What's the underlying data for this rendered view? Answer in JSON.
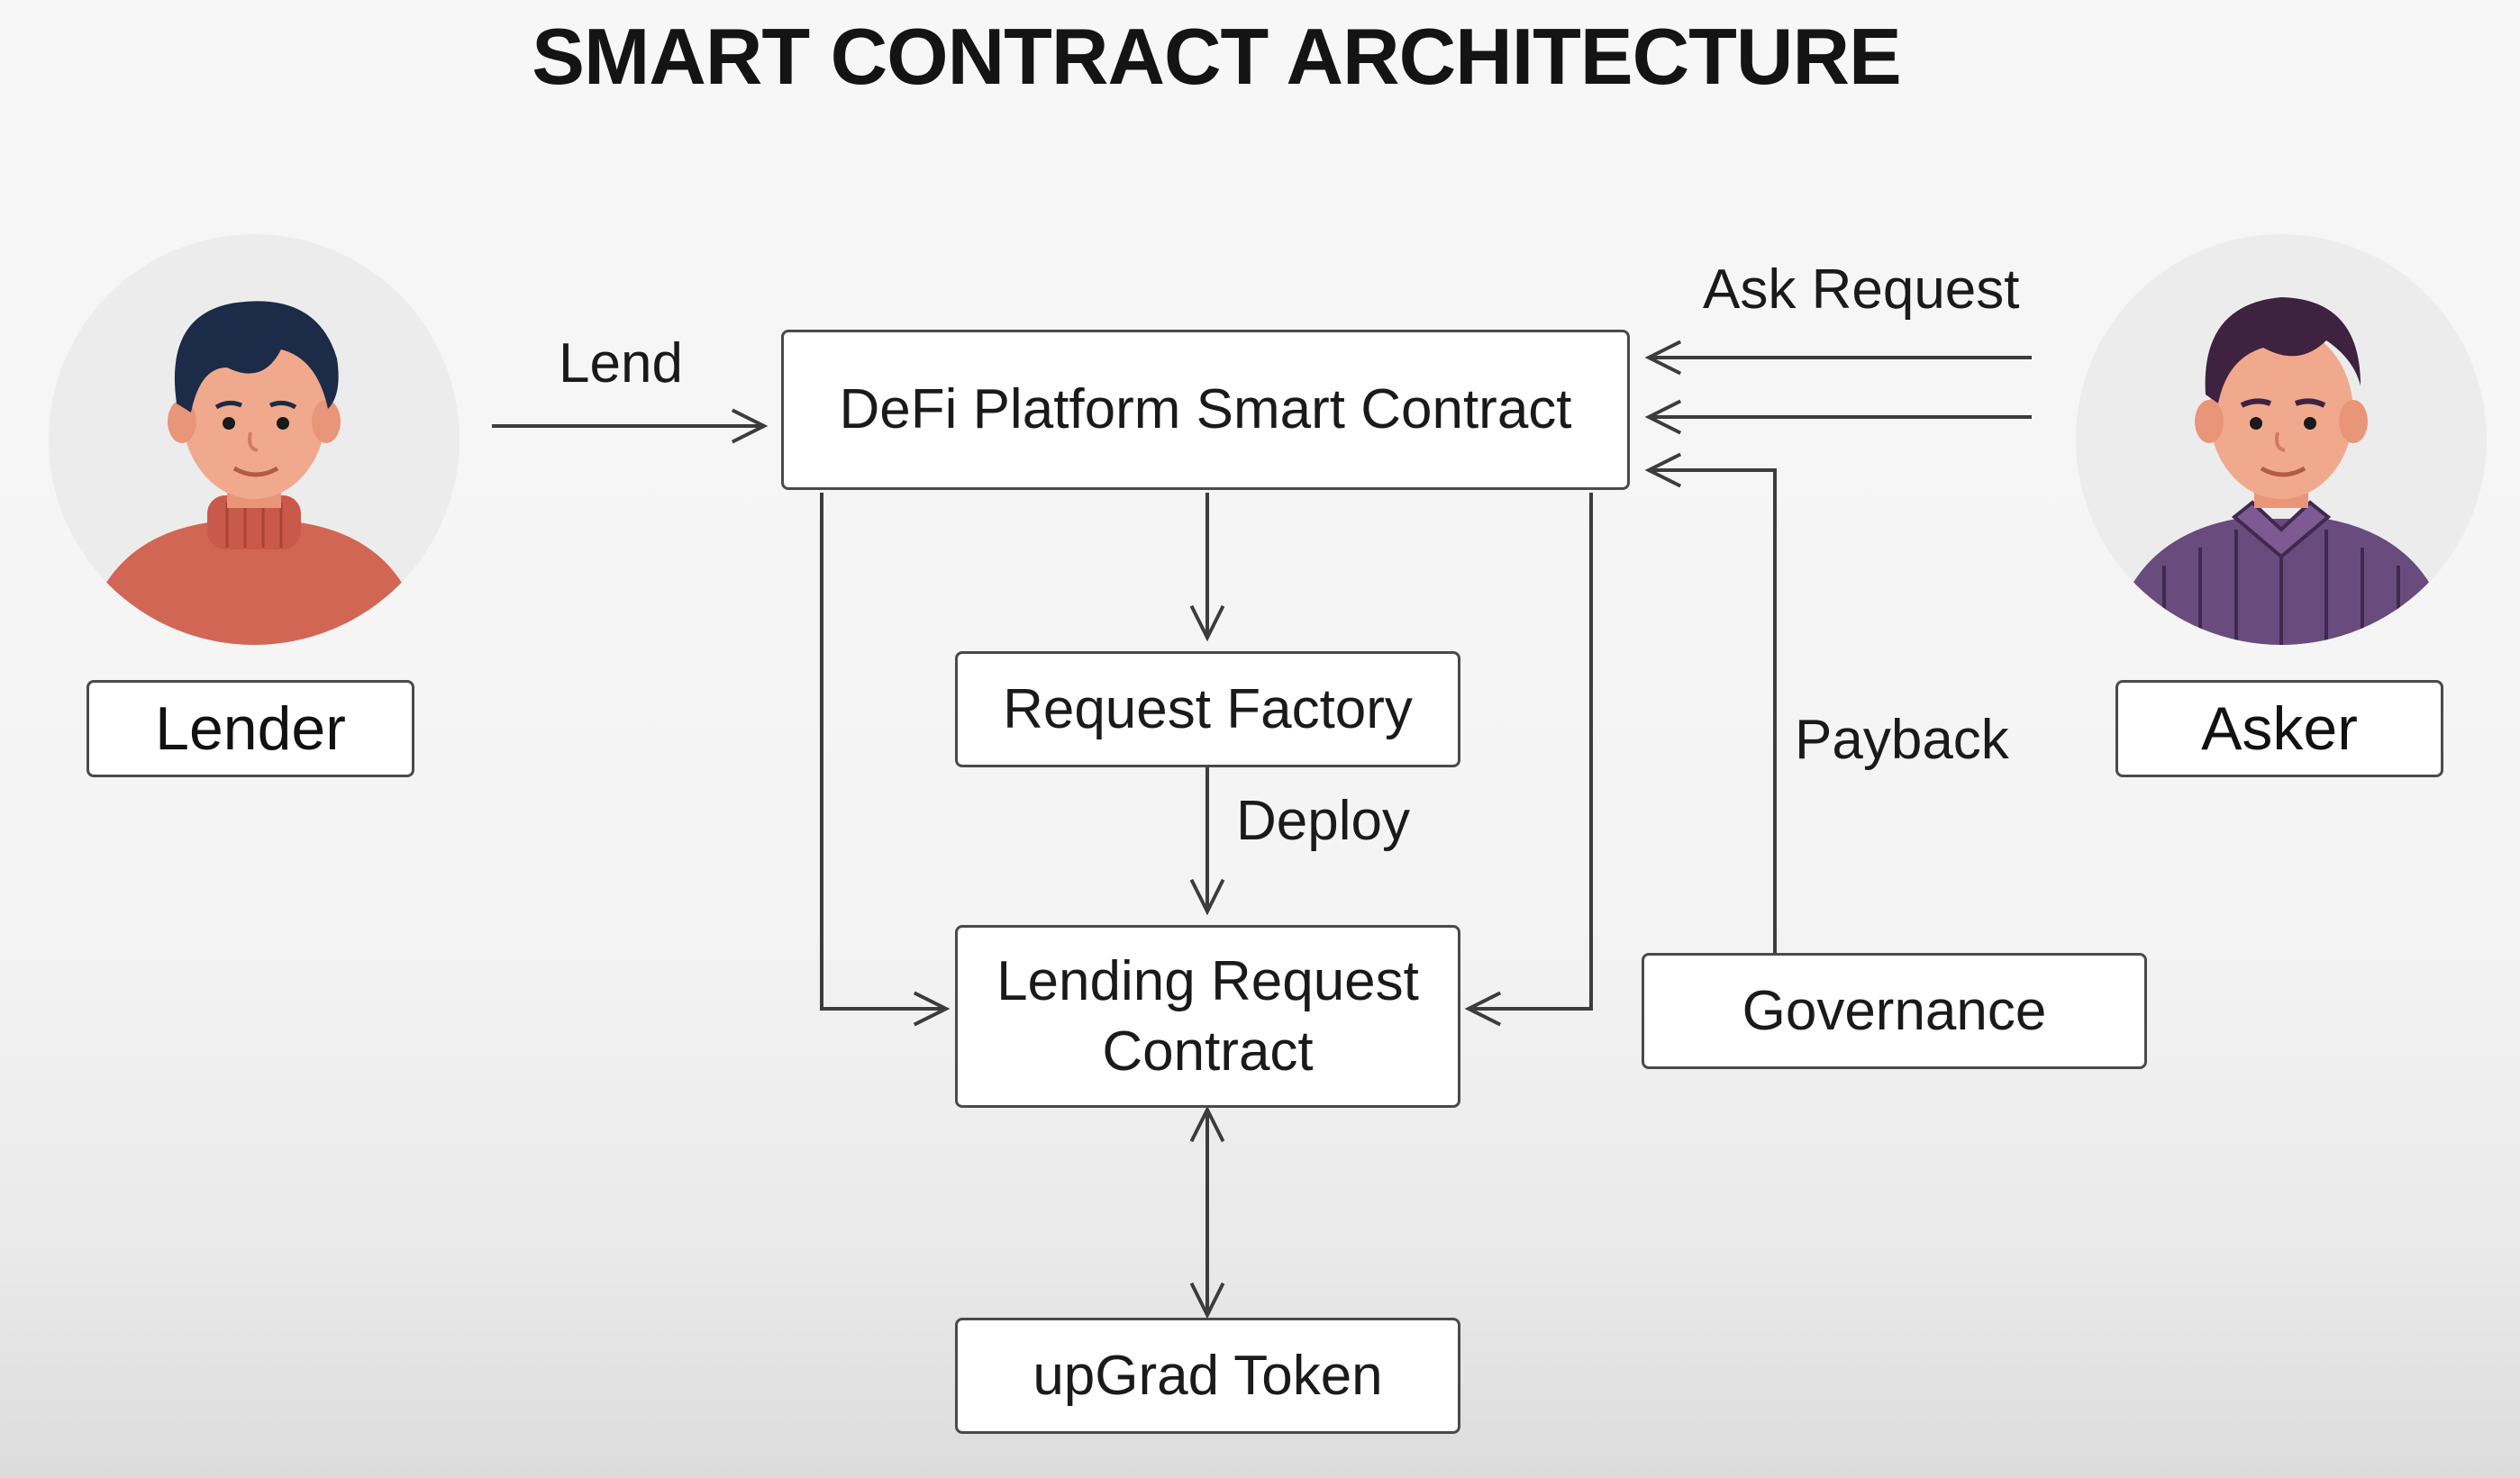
{
  "title": "SMART CONTRACT ARCHITECTURE",
  "actors": {
    "lender": {
      "label": "Lender",
      "sweater_color": "#d26655",
      "hair_color": "#1c2b47"
    },
    "asker": {
      "label": "Asker",
      "shirt_color": "#6a4b7e",
      "hair_color": "#3f2240"
    }
  },
  "nodes": {
    "defi_platform": "DeFi Platform Smart Contract",
    "request_factory": "Request Factory",
    "lending_request": "Lending Request Contract",
    "governance": "Governance",
    "upgrad_token": "upGrad Token"
  },
  "edge_labels": {
    "lend": "Lend",
    "ask_request": "Ask Request",
    "payback": "Payback",
    "deploy": "Deploy"
  },
  "colors": {
    "line": "#3c3c3c",
    "avatar_circle": "#ececec",
    "skin": "#f1a98e"
  }
}
